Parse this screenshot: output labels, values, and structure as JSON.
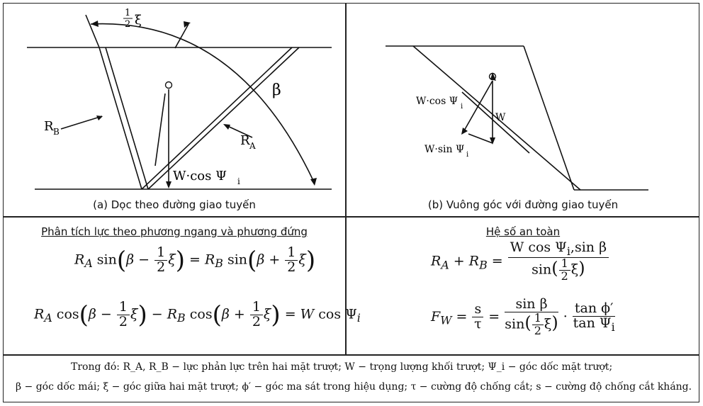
{
  "figure_a": {
    "caption": "(a) Dọc theo đường giao tuyến",
    "label_half_xi": "ξ",
    "label_half_num": "1",
    "label_half_den": "2",
    "label_beta": "β",
    "label_RB": "R",
    "label_RB_sub": "B",
    "label_RA": "R",
    "label_RA_sub": "A",
    "label_W": "W·cos Ψ",
    "label_W_sub": "i"
  },
  "figure_b": {
    "caption": "(b) Vuông góc với đường giao tuyến",
    "label_Wcos": "W·cos Ψ",
    "label_Wcos_sub": "i",
    "label_W": "W",
    "label_Wsin": "W·sin Ψ",
    "label_Wsin_sub": "i"
  },
  "left_section": {
    "heading": "Phân tích lực theo phương ngang và phương đứng"
  },
  "right_section": {
    "heading": "Hệ số an toàn"
  },
  "notes": {
    "line1": "Trong đó:  R_A, R_B − lực phản lực trên hai mặt trượt;  W − trọng lượng khối trượt;  Ψ_i − góc dốc mặt trượt;",
    "line2": "β − góc dốc mái;  ξ − góc giữa hai mặt trượt;  ϕ′ − góc ma sát trong hiệu dụng;  τ − cường độ chống cắt;  s − cường độ chống cắt kháng."
  }
}
